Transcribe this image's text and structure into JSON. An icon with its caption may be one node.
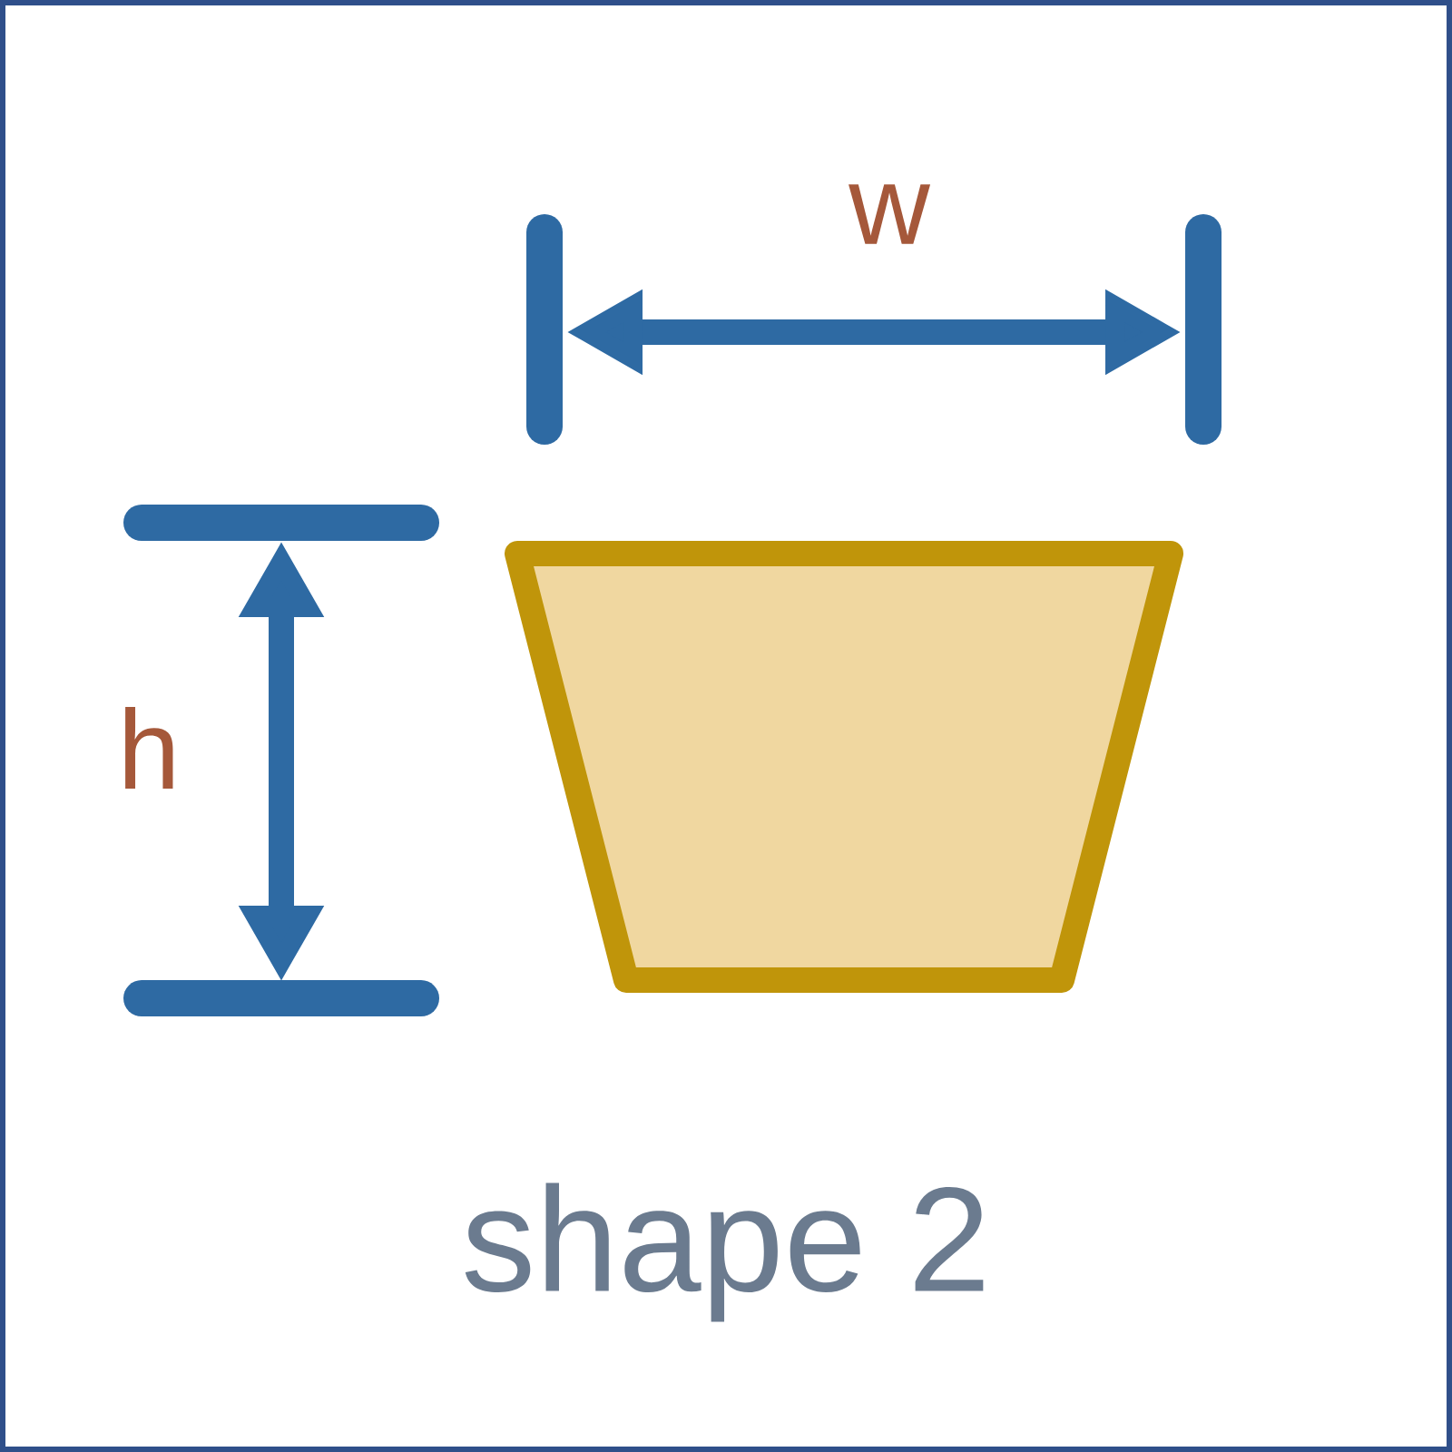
{
  "diagram": {
    "caption": "shape 2",
    "nodes": [
      {
        "text": [],
        "shape": "trapezoid"
      }
    ],
    "labels": [
      "w",
      "h"
    ]
  }
}
